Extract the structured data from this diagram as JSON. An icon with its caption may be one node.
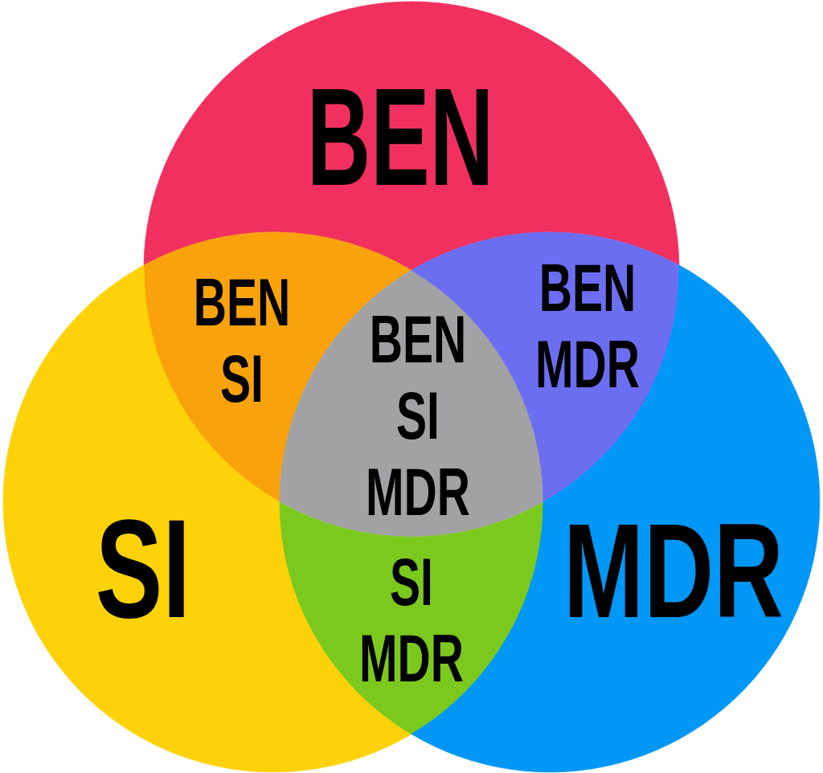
{
  "diagram": {
    "nodes": [
      {
        "text": [
          "BEN"
        ]
      },
      {
        "text": [
          "BEN SI"
        ]
      },
      {
        "text": [
          "BEN SI MDR"
        ]
      },
      {
        "text": [
          "BEN MDR"
        ]
      },
      {
        "text": [
          "SI"
        ]
      },
      {
        "text": [
          "SI MDR"
        ]
      },
      {
        "text": [
          "MDR"
        ]
      }
    ]
  }
}
